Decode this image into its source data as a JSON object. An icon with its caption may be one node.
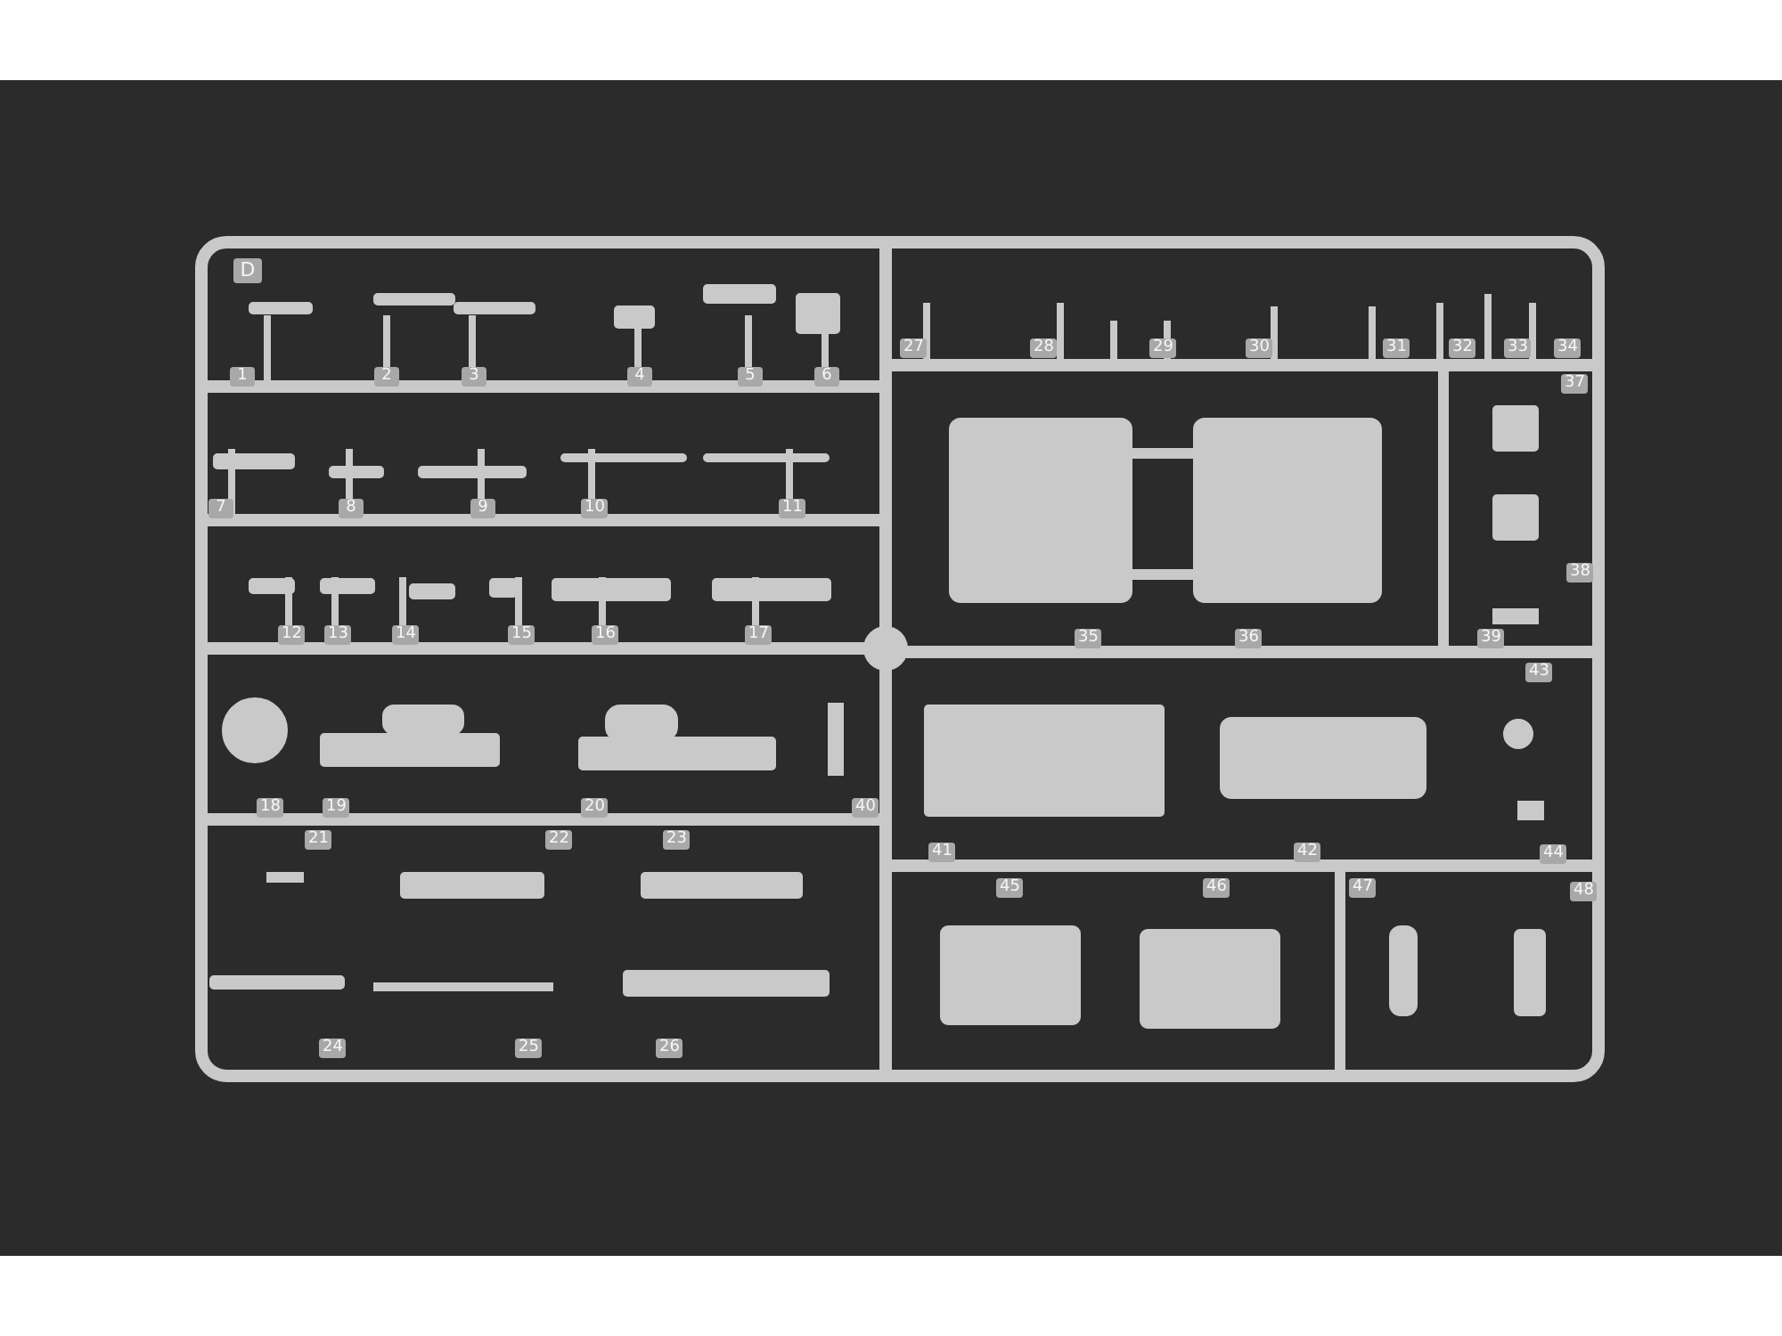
{
  "diagram": {
    "labels": [
      "D",
      "1",
      "2",
      "3",
      "4",
      "5",
      "6",
      "27",
      "28",
      "29",
      "30",
      "31",
      "32",
      "33",
      "34",
      "37",
      "7",
      "8",
      "9",
      "10",
      "11",
      "38",
      "12",
      "13",
      "14",
      "15",
      "16",
      "17",
      "35",
      "36",
      "39",
      "43",
      "18",
      "19",
      "20",
      "40",
      "41",
      "42",
      "44",
      "21",
      "22",
      "23",
      "45",
      "46",
      "47",
      "48",
      "24",
      "25",
      "26"
    ]
  }
}
